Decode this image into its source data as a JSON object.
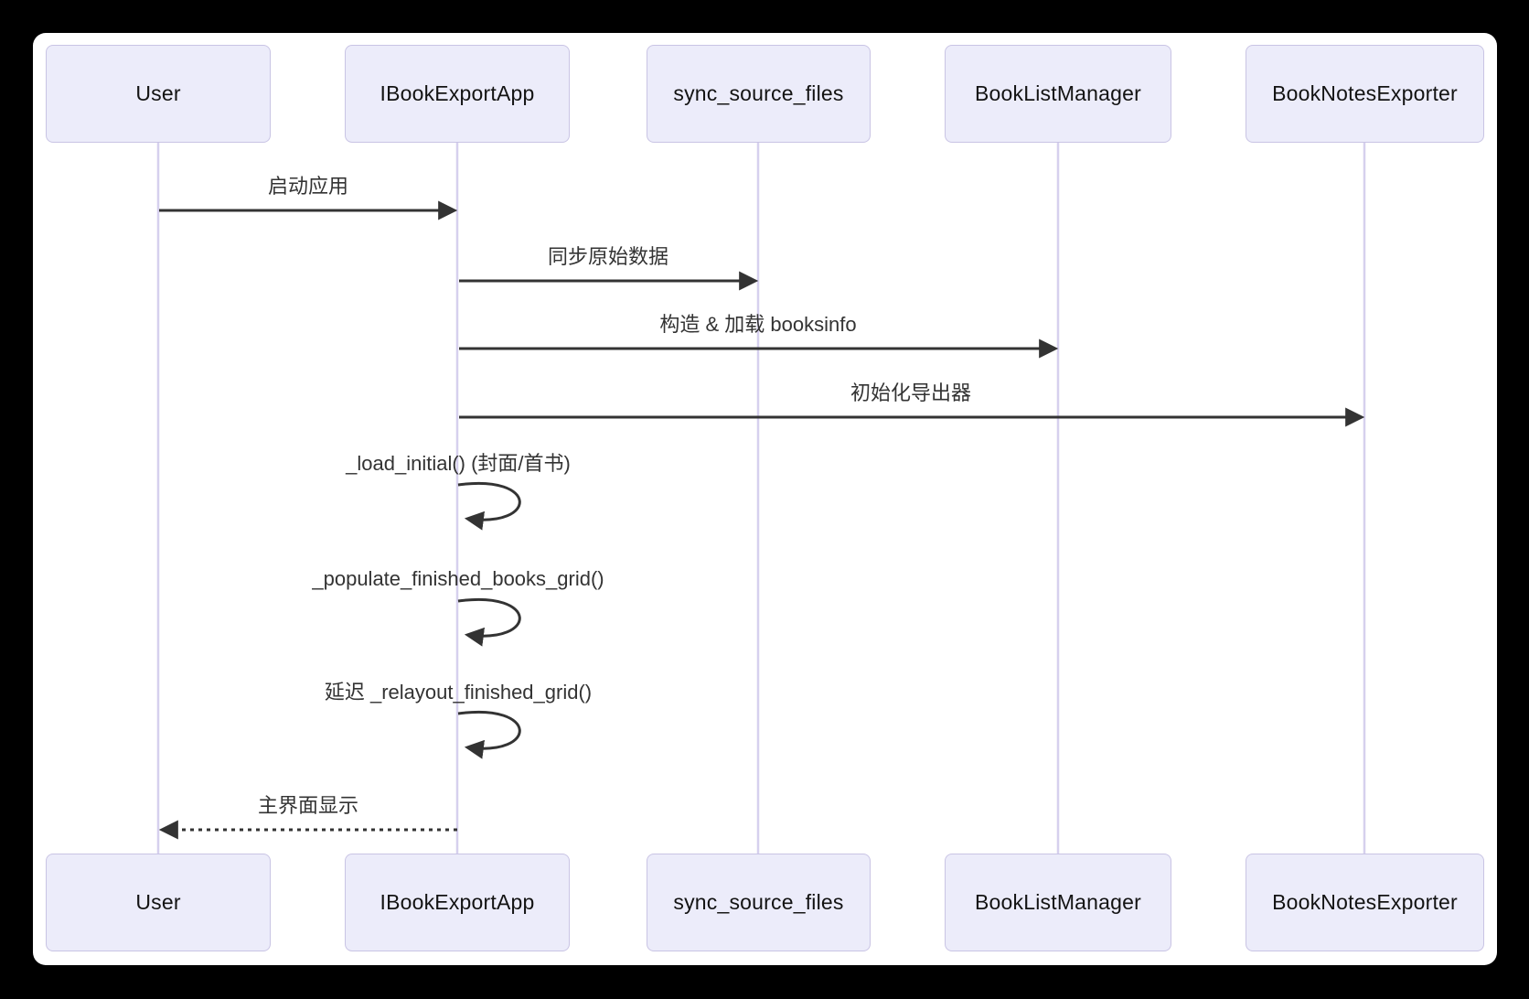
{
  "diagram": {
    "type": "sequence",
    "participants": [
      {
        "name": "User"
      },
      {
        "name": "IBookExportApp"
      },
      {
        "name": "sync_source_files"
      },
      {
        "name": "BookListManager"
      },
      {
        "name": "BookNotesExporter"
      }
    ],
    "messages": [
      {
        "from": "User",
        "to": "IBookExportApp",
        "label": "启动应用",
        "style": "solid-arrow"
      },
      {
        "from": "IBookExportApp",
        "to": "sync_source_files",
        "label": "同步原始数据",
        "style": "solid-arrow"
      },
      {
        "from": "IBookExportApp",
        "to": "BookListManager",
        "label": "构造 & 加载 booksinfo",
        "style": "solid-arrow"
      },
      {
        "from": "IBookExportApp",
        "to": "BookNotesExporter",
        "label": "初始化导出器",
        "style": "solid-arrow"
      },
      {
        "from": "IBookExportApp",
        "to": "IBookExportApp",
        "label": "_load_initial() (封面/首书)",
        "style": "self-loop"
      },
      {
        "from": "IBookExportApp",
        "to": "IBookExportApp",
        "label": "_populate_finished_books_grid()",
        "style": "self-loop"
      },
      {
        "from": "IBookExportApp",
        "to": "IBookExportApp",
        "label": "延迟 _relayout_finished_grid()",
        "style": "self-loop"
      },
      {
        "from": "IBookExportApp",
        "to": "User",
        "label": "主界面显示",
        "style": "dashed-return-arrow"
      }
    ],
    "colors": {
      "frame_background": "#000000",
      "canvas_background": "#ffffff",
      "actor_fill": "#ECECFA",
      "actor_border": "#C9C4E4",
      "lifeline": "#D6D0EE",
      "arrow": "#333333",
      "message_text": "#333333",
      "actor_text": "#131313"
    }
  }
}
